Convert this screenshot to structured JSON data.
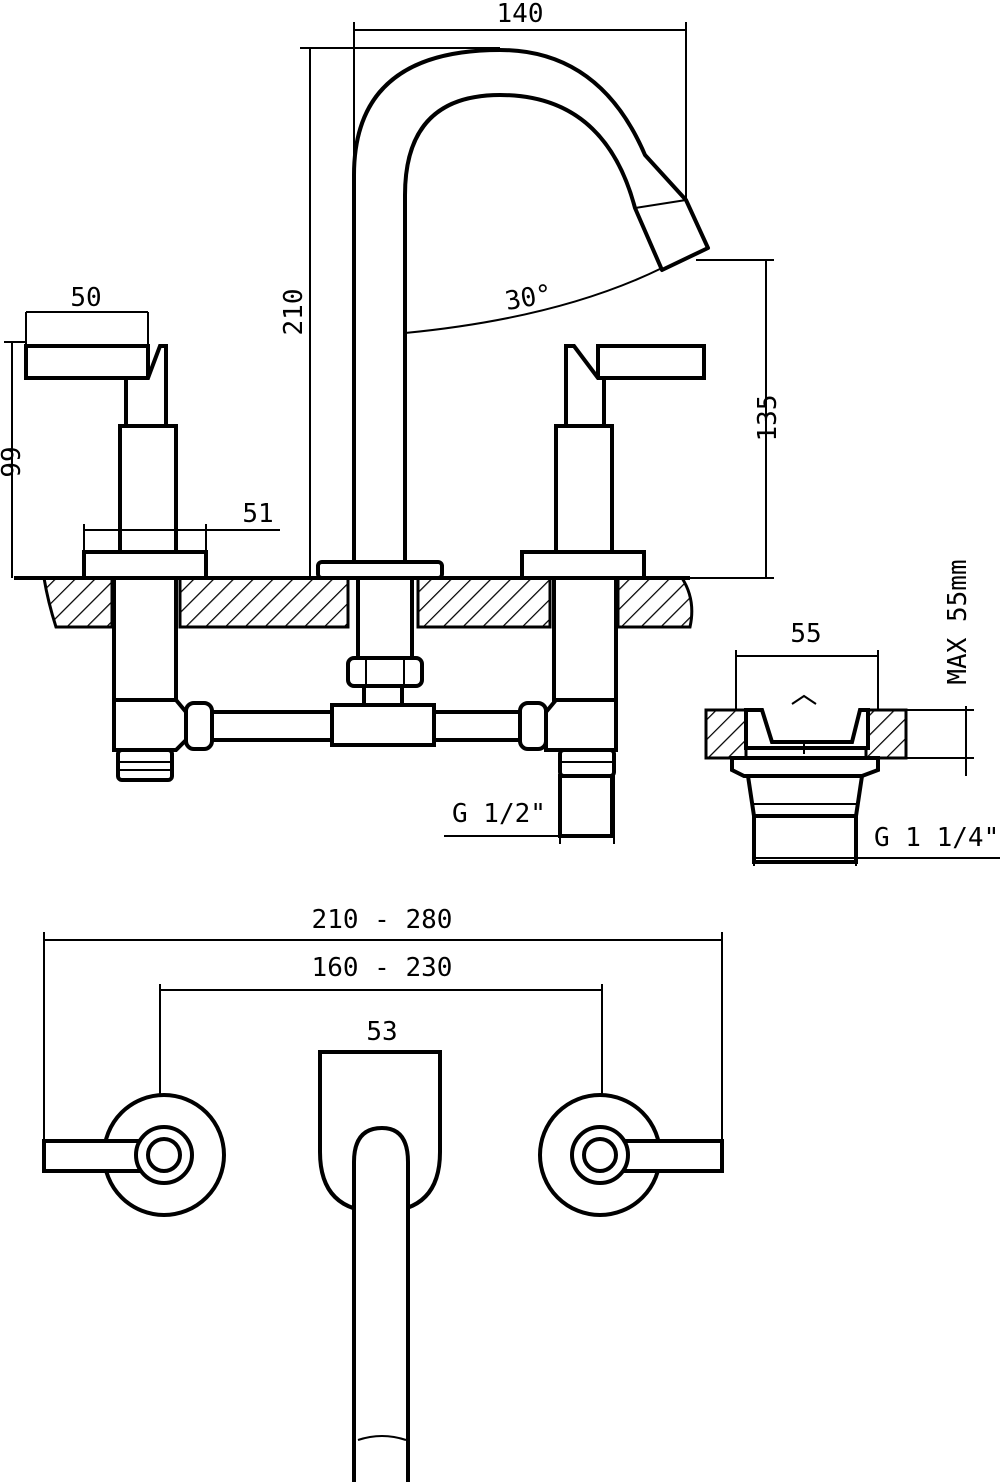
{
  "colors": {
    "line": "#000000",
    "background": "#ffffff"
  },
  "dims": {
    "spout_reach": "140",
    "spout_height": "210",
    "spout_angle": "30°",
    "handle_length": "50",
    "handle_height": "99",
    "flange_diameter": "51",
    "outlet_height": "135",
    "waste_width": "55",
    "max_thickness": "MAX 55mm",
    "inlet_thread": "G 1/2\"",
    "waste_thread": "G 1 1/4\"",
    "overall_spread": "210 - 280",
    "center_spread": "160 - 230",
    "spout_base_width": "53"
  }
}
